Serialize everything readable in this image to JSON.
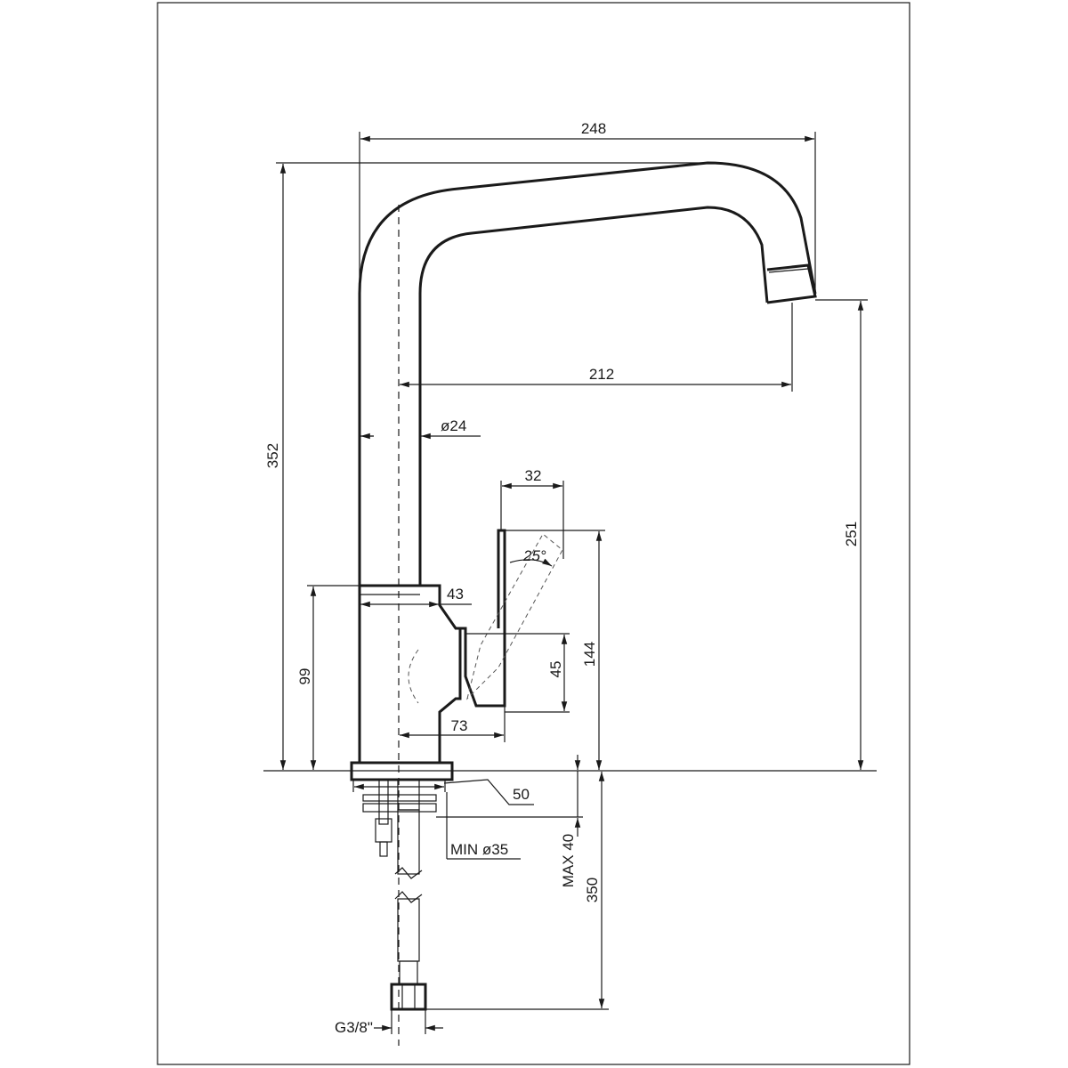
{
  "drawing": {
    "dimensions": {
      "spout_reach_total": "248",
      "spout_reach_axis": "212",
      "total_height": "352",
      "outlet_height": "251",
      "body_height": "99",
      "handle_height": "144",
      "handle_width": "32",
      "handle_angle": "25°",
      "body_width": "43",
      "lever_depth": "45",
      "lever_reach": "73",
      "tube_diameter": "ø24",
      "base_diameter": "50",
      "min_hole": "MIN ø35",
      "max_deck": "MAX 40",
      "hose_length": "350",
      "thread": "G3/8\""
    }
  }
}
